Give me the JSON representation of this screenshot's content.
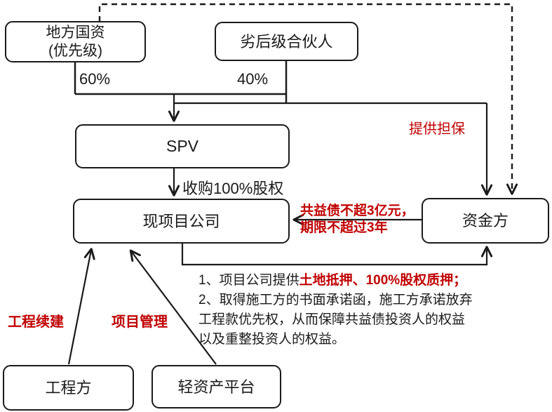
{
  "diagram": {
    "nodes": {
      "local_soe": {
        "line1": "地方国资",
        "line2": "(优先级)"
      },
      "junior_partner": {
        "label": "劣后级合伙人"
      },
      "spv": {
        "label": "SPV"
      },
      "project_company": {
        "label": "现项目公司"
      },
      "capital_provider": {
        "label": "资金方"
      },
      "contractor": {
        "label": "工程方"
      },
      "light_asset_platform": {
        "label": "轻资产平台"
      }
    },
    "edge_labels": {
      "senior_share": "60%",
      "junior_share": "40%",
      "acquire_equity": "收购100%股权",
      "provide_guarantee": "提供担保",
      "debt_limit_line1": "共益债不超3亿元，",
      "debt_limit_line2": "期限不超过3年",
      "construction_continuation": "工程续建",
      "project_management": "项目管理"
    },
    "notes": {
      "item1_prefix": "1、项目公司提供",
      "item1_red": "土地抵押、100%股权质押；",
      "item2": "2、取得施工方的书面承诺函，施工方承诺放弃工程款优先权，从而保障共益债投资人的权益以及重整投资人的权益。"
    },
    "colors": {
      "line": "#1a1a1a",
      "accent_red": "#c00000",
      "background": "#ffffff"
    }
  }
}
